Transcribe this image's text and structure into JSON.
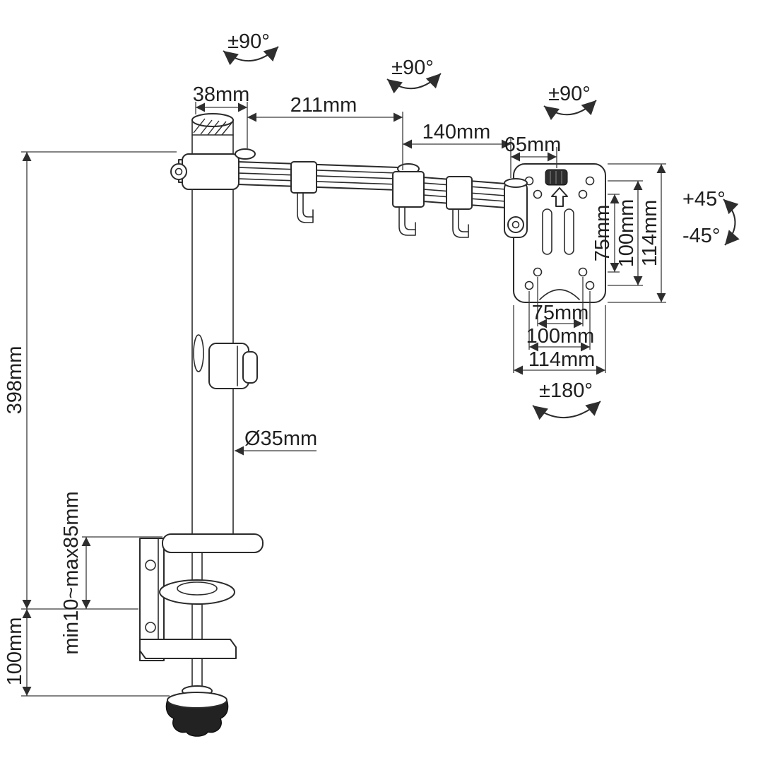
{
  "diagram": {
    "type": "technical-dimension-drawing",
    "subject": "single-monitor-desk-mount-arm",
    "background": "#ffffff",
    "line_color": "#2b2b2b",
    "dim_color": "#3a3a3a",
    "knob_color": "#222222",
    "labels": {
      "rotation_pole": "±90°",
      "rotation_elbow": "±90°",
      "rotation_head": "±90°",
      "cap_width": "38mm",
      "arm1_length": "211mm",
      "arm2_length": "140mm",
      "head_offset": "65mm",
      "tilt_up": "+45°",
      "tilt_down": "-45°",
      "vesa_side_75": "75mm",
      "vesa_side_100": "100mm",
      "vesa_side_114": "114mm",
      "vesa_bottom_75": "75mm",
      "vesa_bottom_100": "100mm",
      "vesa_bottom_114": "114mm",
      "vesa_rotation": "±180°",
      "pole_height": "398mm",
      "pole_diameter": "Ø35mm",
      "clamp_range": "min10~max85mm",
      "clamp_height": "100mm"
    }
  }
}
